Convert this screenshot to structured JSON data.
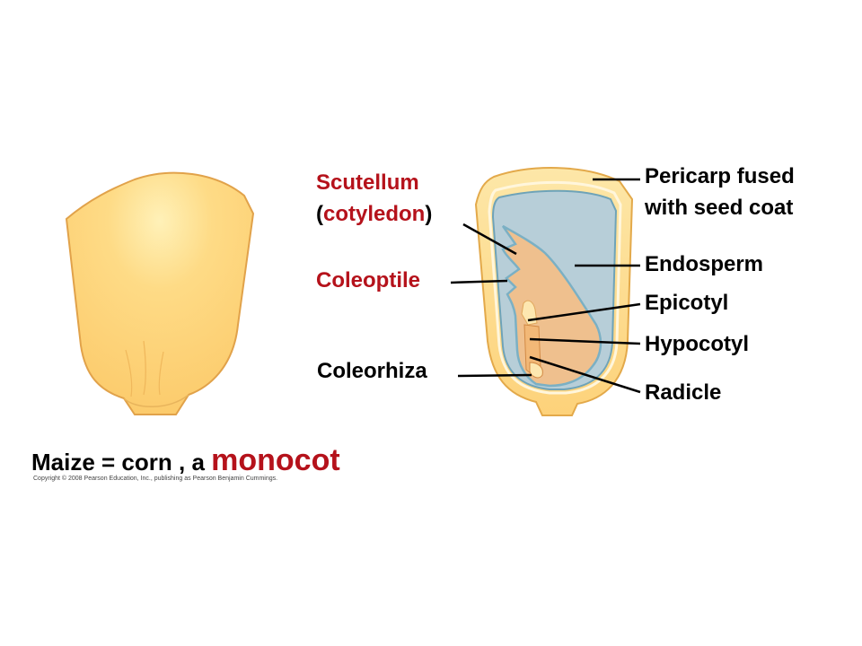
{
  "labels": {
    "scutellum": "Scutellum",
    "cotyledon_open": "(",
    "cotyledon": "cotyledon",
    "cotyledon_close": ")",
    "coleoptile": "Coleoptile",
    "coleorhiza": "Coleorhiza",
    "pericarp_line1": "Pericarp fused",
    "pericarp_line2": "with seed coat",
    "endosperm": "Endosperm",
    "epicotyl": "Epicotyl",
    "hypocotyl": "Hypocotyl",
    "radicle": "Radicle"
  },
  "caption": {
    "prefix": "Maize = corn , a ",
    "highlight": "monocot"
  },
  "copyright": "Copyright © 2008 Pearson Education, Inc., publishing as Pearson Benjamin Cummings.",
  "colors": {
    "kernel_fill": "#fdd27a",
    "kernel_outline": "#e3a94a",
    "endosperm": "#b7ced8",
    "embryo": "#efc08e",
    "label_red": "#b5121b"
  }
}
